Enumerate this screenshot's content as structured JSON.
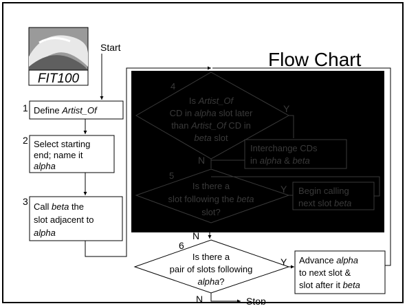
{
  "slide": {
    "title": "Flow Chart",
    "logo_text": "FIT100"
  },
  "flow": {
    "start": "Start",
    "step1": {
      "num": "1",
      "text_plain": "Define ",
      "text_italic": "Artist_Of"
    },
    "step2": {
      "num": "2",
      "line1": "Select starting",
      "line2": "end; name it",
      "line3_italic": "alpha"
    },
    "step3": {
      "num": "3",
      "line1_plain": "Call ",
      "line1_italic": "beta",
      "line1_end": " the",
      "line2": "slot adjacent to",
      "line3_italic": "alpha"
    },
    "dec4": {
      "num": "4",
      "line1_plain": "Is ",
      "line1_italic": "Artist_Of",
      "line2_plain": "CD in ",
      "line2_italic": "alpha",
      "line2_end": " slot later",
      "line3_plain": "than ",
      "line3_italic": "Artist_Of",
      "line3_end": " CD in",
      "line4_italic": "beta",
      "line4_end": " slot",
      "yes": "Y",
      "no": "N"
    },
    "interchange": {
      "line1": "Interchange CDs",
      "line2_plain": "in ",
      "line2_italic": "alpha",
      "line2_mid": " & ",
      "line2_italic2": "beta"
    },
    "dec5": {
      "num": "5",
      "line1": "Is there a",
      "line2_plain": "slot following the ",
      "line2_italic": "beta",
      "line3": "slot?",
      "yes": "Y",
      "no": "N"
    },
    "begin": {
      "line1": "Begin calling",
      "line2_plain": "next slot ",
      "line2_italic": "beta"
    },
    "dec6": {
      "num": "6",
      "line1": "Is there a",
      "line2": "pair of slots following",
      "line3_italic": "alpha",
      "line3_end": "?",
      "yes": "Y",
      "no": "N"
    },
    "advance": {
      "line1_plain": "Advance ",
      "line1_italic": "alpha",
      "line2": "to next slot &",
      "line3_plain": "slot after it ",
      "line3_italic": "beta"
    },
    "stop": "Stop"
  },
  "colors": {
    "overlay": "#000000",
    "hidden_text": "#3a3a3a",
    "line": "#000000"
  }
}
